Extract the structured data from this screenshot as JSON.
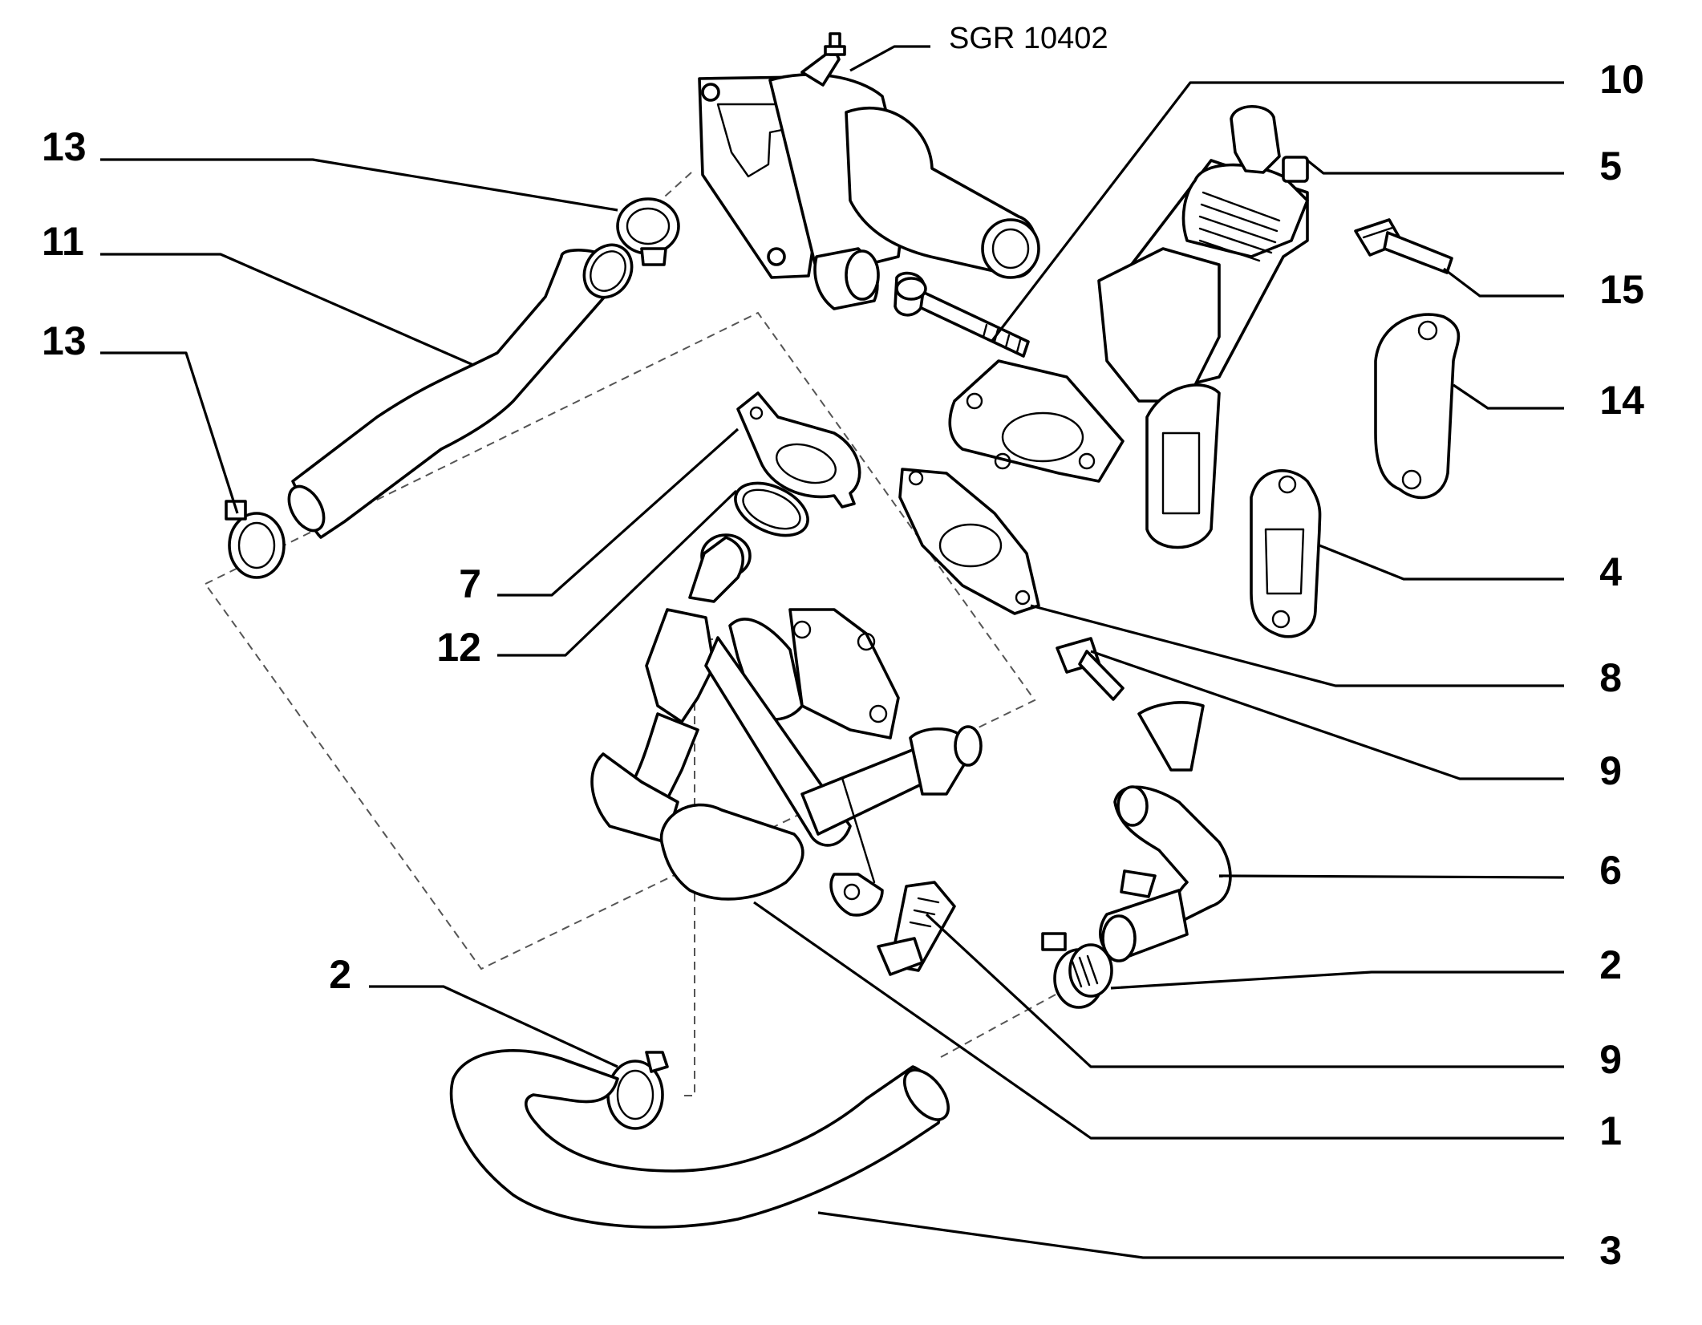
{
  "drawing": {
    "reference": "SGR 10402"
  },
  "callouts": {
    "c1": "1",
    "c2_left": "2",
    "c2_right": "2",
    "c3": "3",
    "c4": "4",
    "c5": "5",
    "c6": "6",
    "c7": "7",
    "c8": "8",
    "c9_upper": "9",
    "c9_lower": "9",
    "c10": "10",
    "c11": "11",
    "c12": "12",
    "c13_upper": "13",
    "c13_lower": "13",
    "c14": "14",
    "c15": "15"
  }
}
